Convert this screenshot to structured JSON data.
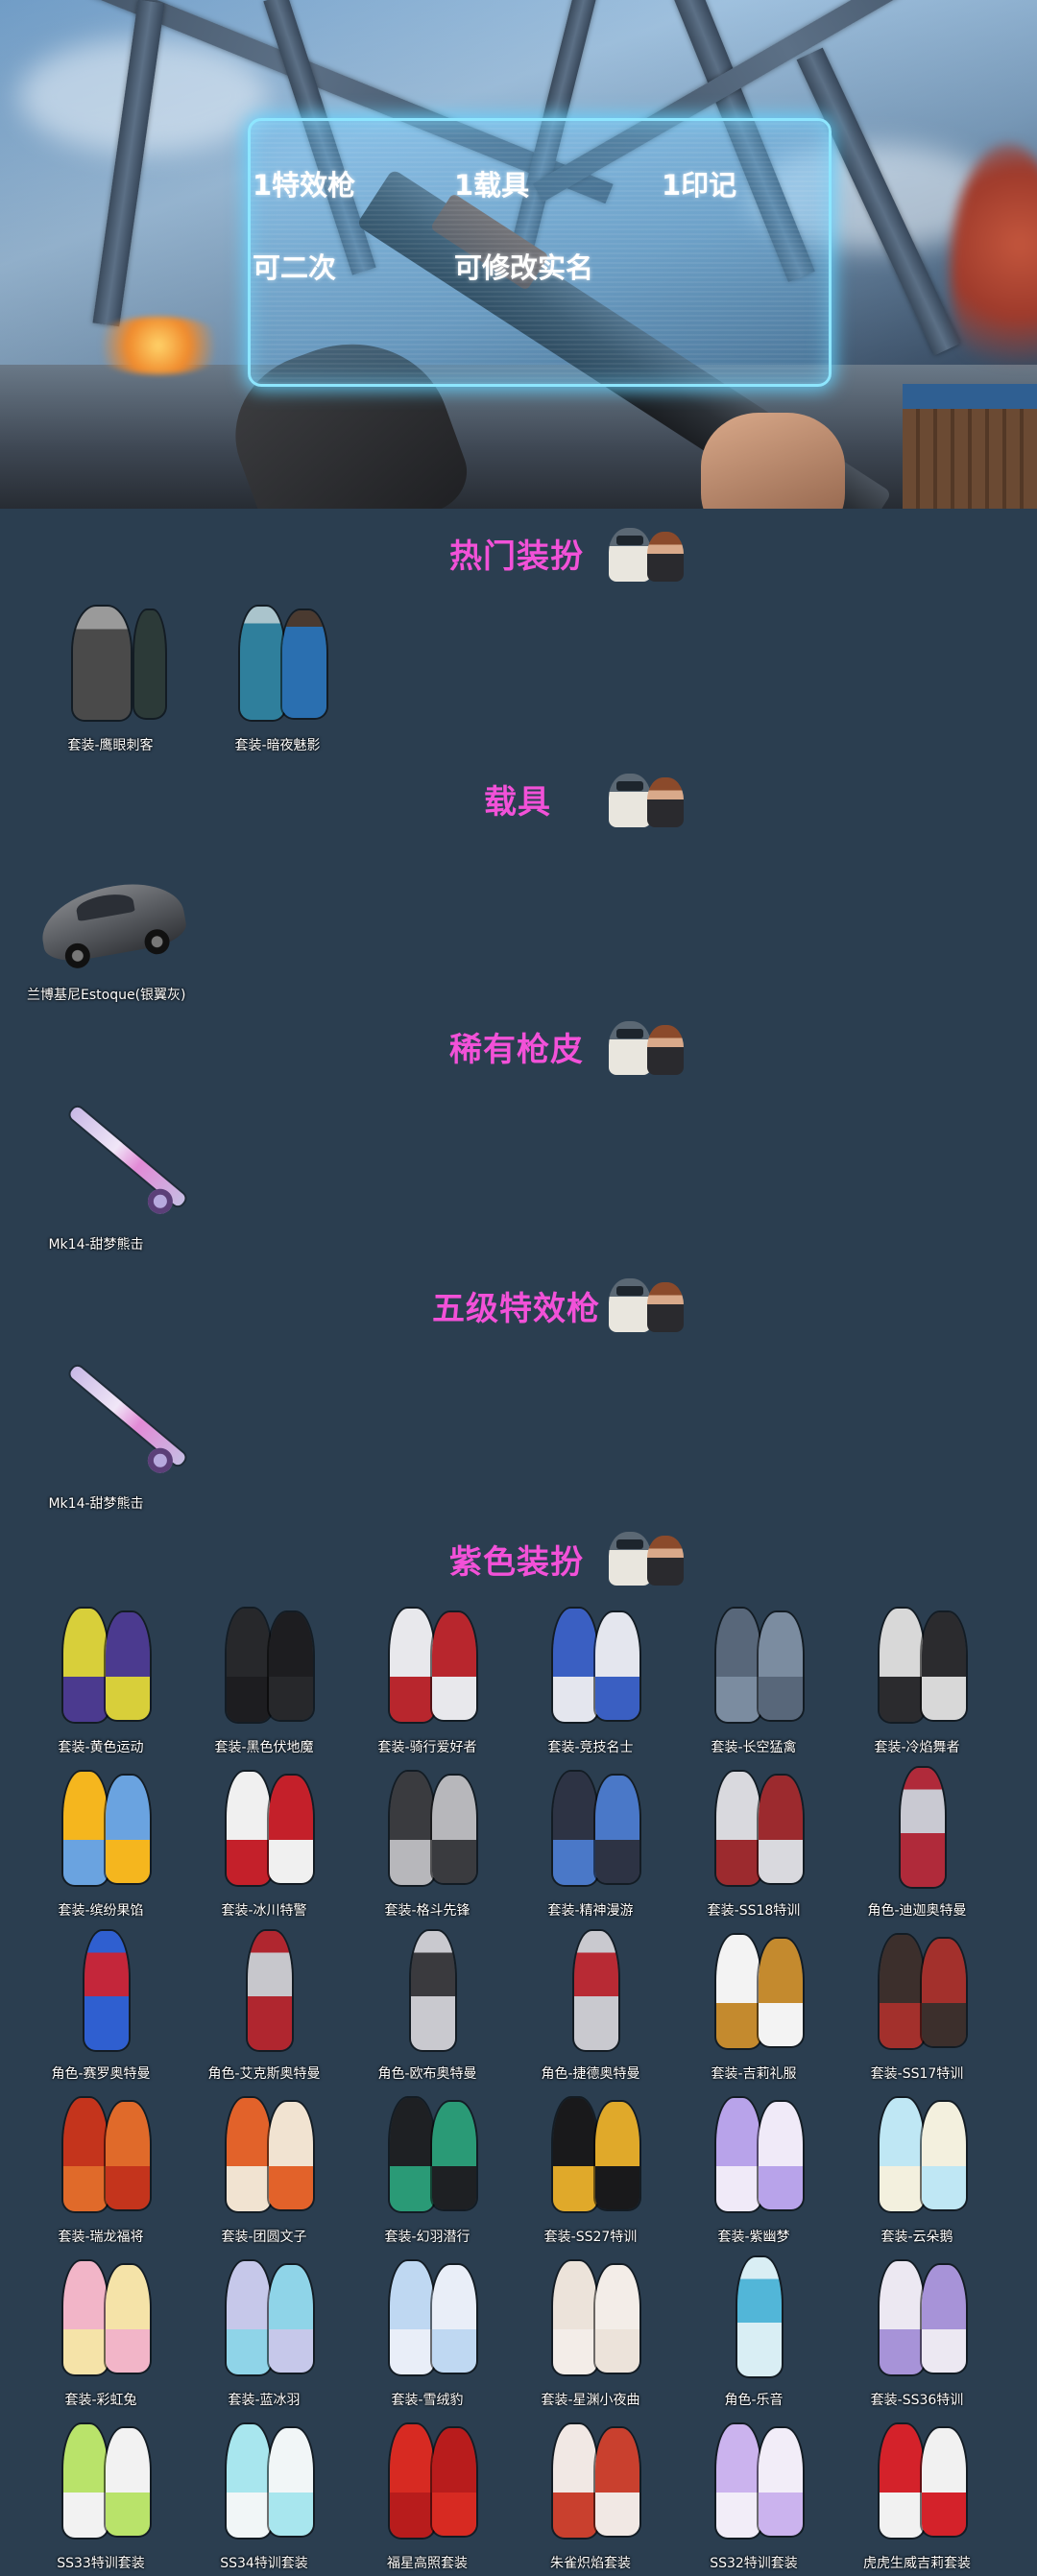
{
  "hero": {
    "hud": {
      "row1": [
        "1特效枪",
        "1载具",
        "1印记"
      ],
      "row2": [
        "可二次",
        "可修改实名"
      ]
    },
    "hud_color": "#8ee6ff"
  },
  "theme": {
    "background": "#2b3e50",
    "title_color": "#f251d8",
    "label_color": "#ffffff"
  },
  "sections": [
    {
      "title": "热门装扮",
      "items": [
        {
          "label": "套装-鹰眼刺客",
          "colors": [
            "#4a4a4a",
            "#2c3a38"
          ]
        },
        {
          "label": "套装-暗夜魅影",
          "colors": [
            "#2f7f9c",
            "#2a6fb0"
          ]
        }
      ]
    },
    {
      "title": "载具",
      "items": [
        {
          "label": "兰博基尼Estoque(银翼灰)",
          "kind": "car"
        }
      ]
    },
    {
      "title": "稀有枪皮",
      "items": [
        {
          "label": "Mk14-甜梦熊击",
          "kind": "gun"
        }
      ]
    },
    {
      "title": "五级特效枪",
      "items": [
        {
          "label": "Mk14-甜梦熊击",
          "kind": "gun"
        }
      ]
    },
    {
      "title": "紫色装扮",
      "items": [
        {
          "label": "套装-黄色运动",
          "colors": [
            "#d8cf3a",
            "#4b3a8f"
          ]
        },
        {
          "label": "套装-黑色伏地魔",
          "colors": [
            "#27282b",
            "#1d1d20"
          ]
        },
        {
          "label": "套装-骑行爱好者",
          "colors": [
            "#e8e8ec",
            "#b8262d"
          ]
        },
        {
          "label": "套装-竞技名士",
          "colors": [
            "#3a5fc2",
            "#e4e6ee"
          ]
        },
        {
          "label": "套装-长空猛禽",
          "colors": [
            "#58677a",
            "#7b8ca0"
          ]
        },
        {
          "label": "套装-冷焰舞者",
          "colors": [
            "#d8d8d8",
            "#2b2b2e"
          ]
        },
        {
          "label": "套装-缤纷果馅",
          "colors": [
            "#f5b61e",
            "#6aa3e0"
          ]
        },
        {
          "label": "套装-冰川特警",
          "colors": [
            "#f0f0f0",
            "#c4202a"
          ]
        },
        {
          "label": "套装-格斗先锋",
          "colors": [
            "#3a3b3f",
            "#b7b7bb"
          ]
        },
        {
          "label": "套装-精神漫游",
          "colors": [
            "#2d3344",
            "#4a78c8"
          ]
        },
        {
          "label": "套装-SS18特训",
          "colors": [
            "#d9d9de",
            "#9c2a2e"
          ]
        },
        {
          "label": "角色-迪迦奥特曼",
          "colors": [
            "#c9c9d2",
            "#b02a3a"
          ]
        },
        {
          "label": "角色-赛罗奥特曼",
          "colors": [
            "#c4263a",
            "#2f5fd0"
          ]
        },
        {
          "label": "角色-艾克斯奥特曼",
          "colors": [
            "#c7c7cc",
            "#b0262f"
          ]
        },
        {
          "label": "角色-欧布奥特曼",
          "colors": [
            "#3a3a3e",
            "#c9c9cf"
          ]
        },
        {
          "label": "角色-捷德奥特曼",
          "colors": [
            "#b82a34",
            "#c9c9cf"
          ]
        },
        {
          "label": "套装-吉莉礼服",
          "colors": [
            "#f3f3f3",
            "#c48a2e"
          ]
        },
        {
          "label": "套装-SS17特训",
          "colors": [
            "#3c2f2c",
            "#a3302c"
          ]
        },
        {
          "label": "套装-瑞龙福将",
          "colors": [
            "#c4341c",
            "#e06a2a"
          ]
        },
        {
          "label": "套装-团圆文子",
          "colors": [
            "#e2622a",
            "#f1e3d1"
          ]
        },
        {
          "label": "套装-幻羽潜行",
          "colors": [
            "#1e2023",
            "#2a9a76"
          ]
        },
        {
          "label": "套装-SS27特训",
          "colors": [
            "#19191b",
            "#e0a92a"
          ]
        },
        {
          "label": "套装-紫幽梦",
          "colors": [
            "#b8a3ea",
            "#f0eaf8"
          ]
        },
        {
          "label": "套装-云朵鹅",
          "colors": [
            "#bfe7f4",
            "#f3f0de"
          ]
        },
        {
          "label": "套装-彩虹兔",
          "colors": [
            "#f2b5c8",
            "#f5e3a8"
          ]
        },
        {
          "label": "套装-蓝冰羽",
          "colors": [
            "#c6c8ea",
            "#8fd4e8"
          ]
        },
        {
          "label": "套装-雪绒豹",
          "colors": [
            "#bfd8f2",
            "#e9eef8"
          ]
        },
        {
          "label": "套装-星渊小夜曲",
          "colors": [
            "#ece3da",
            "#f3ede8"
          ]
        },
        {
          "label": "角色-乐音",
          "colors": [
            "#52b6d8",
            "#d9eef4"
          ]
        },
        {
          "label": "套装-SS36特训",
          "colors": [
            "#ece8f2",
            "#a793d8"
          ]
        },
        {
          "label": "SS33特训套装",
          "colors": [
            "#b9e36a",
            "#f2f2f2"
          ]
        },
        {
          "label": "SS34特训套装",
          "colors": [
            "#a8e6ee",
            "#f1f6f7"
          ]
        },
        {
          "label": "福星高照套装",
          "colors": [
            "#d72a22",
            "#b81c1c"
          ]
        },
        {
          "label": "朱雀炽焰套装",
          "colors": [
            "#f1e8e4",
            "#c9402e"
          ]
        },
        {
          "label": "SS32特训套装",
          "colors": [
            "#cbb3ee",
            "#f2edf8"
          ]
        },
        {
          "label": "虎虎生威吉莉套装",
          "colors": [
            "#d4222a",
            "#f1f1f1"
          ]
        }
      ]
    }
  ]
}
